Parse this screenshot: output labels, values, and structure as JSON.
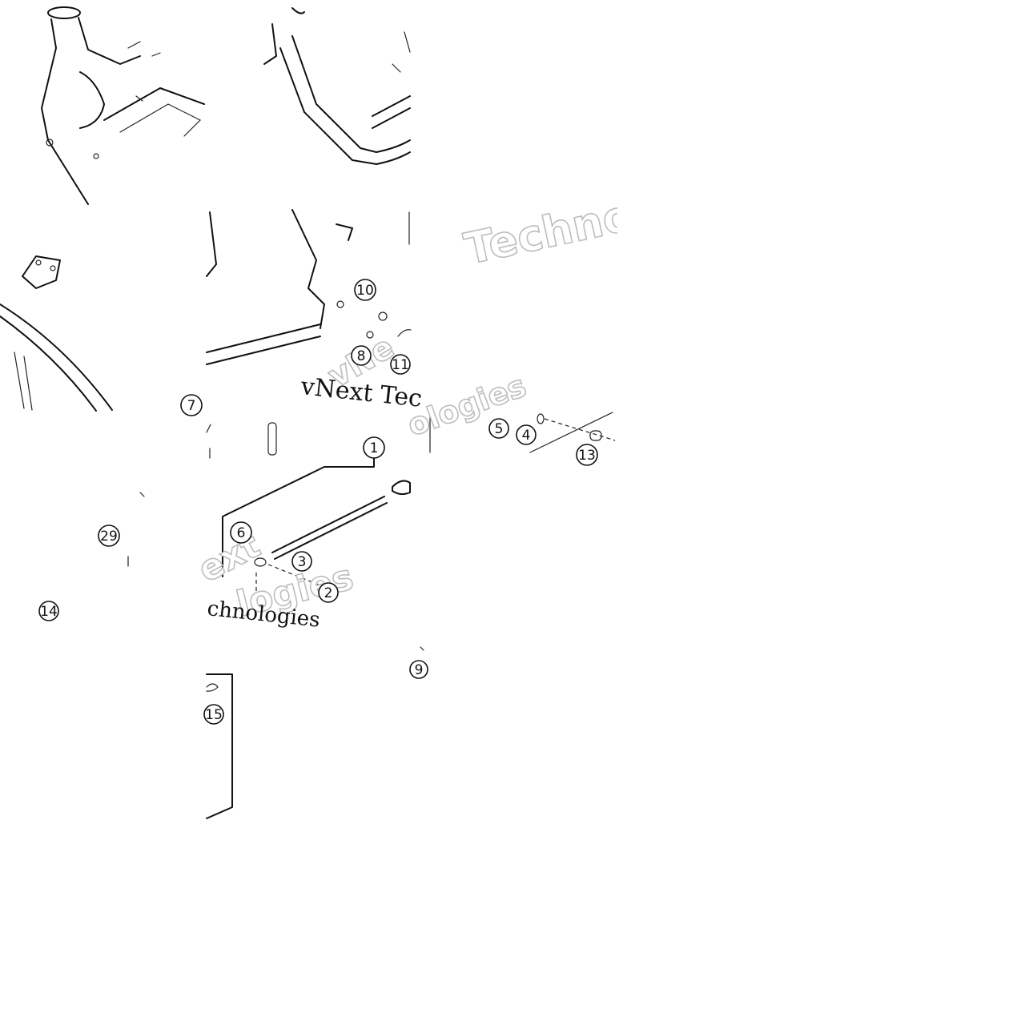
{
  "diagram": {
    "callouts": [
      {
        "id": "c1",
        "label": "1"
      },
      {
        "id": "c2",
        "label": "2"
      },
      {
        "id": "c3",
        "label": "3"
      },
      {
        "id": "c4",
        "label": "4"
      },
      {
        "id": "c5",
        "label": "5"
      },
      {
        "id": "c6",
        "label": "6"
      },
      {
        "id": "c7",
        "label": "7"
      },
      {
        "id": "c8",
        "label": "8"
      },
      {
        "id": "c9",
        "label": "9"
      },
      {
        "id": "c10",
        "label": "10"
      },
      {
        "id": "c11",
        "label": "11"
      },
      {
        "id": "c13",
        "label": "13"
      },
      {
        "id": "c14",
        "label": "14"
      },
      {
        "id": "c15",
        "label": "15"
      },
      {
        "id": "c29",
        "label": "29"
      }
    ],
    "watermark": {
      "line_a": "Techno",
      "line_b": "vNext Tec",
      "line_c": "chnologies",
      "line_d": "ext",
      "line_e": "ologies",
      "line_f": "logies",
      "line_g": "vNe"
    }
  }
}
